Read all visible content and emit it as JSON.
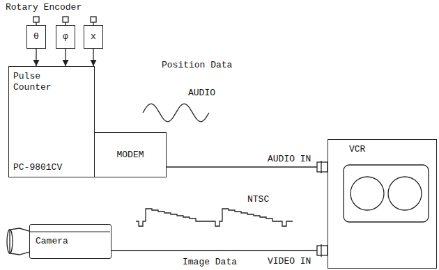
{
  "diagram": {
    "nodes": [
      {
        "text": [
          "θ"
        ]
      },
      {
        "text": [
          "φ"
        ]
      },
      {
        "text": [
          "x"
        ]
      },
      {
        "text": [
          "Pulse Counter",
          "PC-9801CV"
        ]
      },
      {
        "text": [
          "MODEM"
        ]
      },
      {
        "text": [
          "VCR"
        ]
      },
      {
        "text": [
          "Camera"
        ]
      }
    ],
    "edges": [
      {
        "from": 0,
        "to": 3,
        "arrow": "to"
      },
      {
        "from": 1,
        "to": 3,
        "arrow": "to"
      },
      {
        "from": 2,
        "to": 3,
        "arrow": "to"
      },
      {
        "from": 4,
        "to": 5,
        "arrow": "none"
      },
      {
        "from": 6,
        "to": 5,
        "arrow": "none"
      }
    ],
    "labels": [
      "Rotary Encoder",
      "Position Data",
      "AUDIO",
      "AUDIO IN",
      "NTSC",
      "VIDEO IN",
      "Image Data"
    ]
  }
}
